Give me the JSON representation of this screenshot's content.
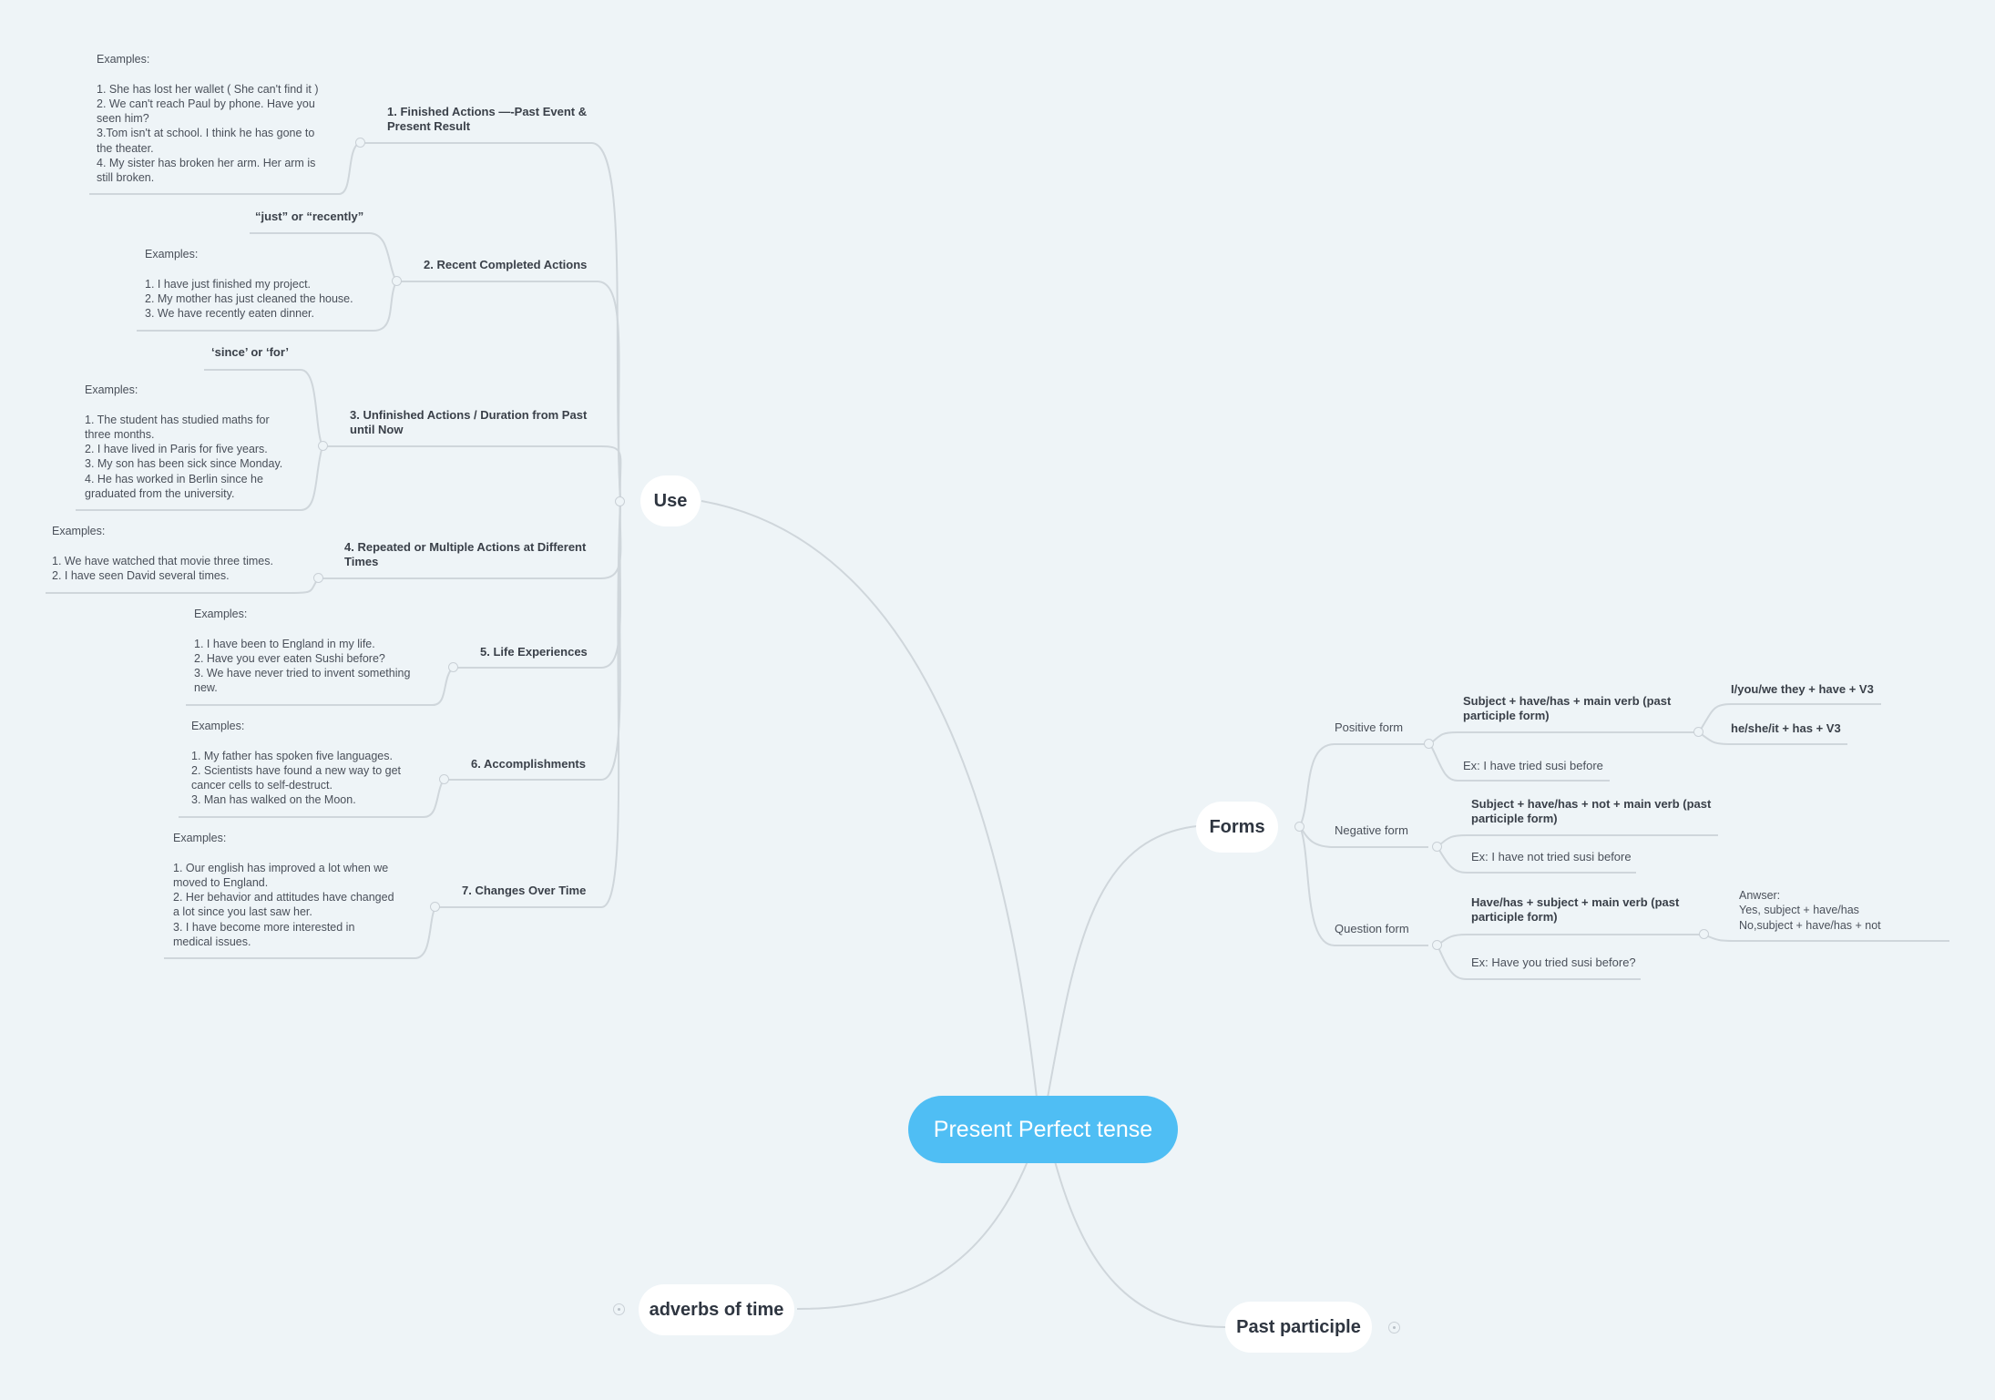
{
  "central": "Present Perfect tense",
  "branches": {
    "use": "Use",
    "forms": "Forms",
    "adverbs": "adverbs of time",
    "past_participle": "Past participle"
  },
  "use_items": {
    "u1": {
      "title": "1. Finished Actions —-Past Event & Present Result",
      "examples": "Examples:\n\n1. She has lost her wallet ( She can't find it )\n2. We can't reach Paul by phone. Have you\nseen him?\n3.Tom isn't at school. I think he has gone to\nthe theater.\n4. My sister has broken her arm. Her arm is\nstill broken."
    },
    "u2": {
      "title": "2. Recent Completed Actions",
      "keyword": "“just” or “recently”",
      "examples": "Examples:\n\n1. I have just finished my project.\n2. My mother has just cleaned the house.\n3. We have recently eaten dinner."
    },
    "u3": {
      "title": "3. Unfinished Actions / Duration from Past until Now",
      "keyword": "‘since’ or ‘for’",
      "examples": "Examples:\n\n1. The student has studied maths for\nthree months.\n2. I have lived in Paris for five years.\n3. My son has been sick since Monday.\n4. He has worked in Berlin since he\ngraduated from the university."
    },
    "u4": {
      "title": "4. Repeated or Multiple Actions at Different Times",
      "examples": "Examples:\n\n1. We have watched that movie three times.\n2. I have seen David several times."
    },
    "u5": {
      "title": "5. Life Experiences",
      "examples": "Examples:\n\n1. I have been to England in my life.\n2. Have you ever eaten Sushi before?\n3. We have never tried to invent something\nnew."
    },
    "u6": {
      "title": "6. Accomplishments",
      "examples": "Examples:\n\n1. My father has spoken five languages.\n2. Scientists have found a new way to get\ncancer cells to self-destruct.\n3. Man has walked on the Moon."
    },
    "u7": {
      "title": "7. Changes Over Time",
      "examples": "Examples:\n\n1. Our english has improved a lot when we\nmoved to England.\n2. Her behavior and attitudes have changed\na lot since you last saw her.\n3. I have become more interested in\nmedical issues."
    }
  },
  "forms": {
    "positive": {
      "label": "Positive form",
      "structure": "Subject + have/has + main verb (past participle form)",
      "example": "Ex: I have tried susi before",
      "sub1": "I/you/we they + have + V3",
      "sub2": "he/she/it + has + V3"
    },
    "negative": {
      "label": "Negative form",
      "structure": "Subject + have/has + not + main verb (past participle form)",
      "example": "Ex: I have not tried susi before"
    },
    "question": {
      "label": "Question form",
      "structure": "Have/has + subject + main verb (past participle form)",
      "example": "Ex: Have you tried susi before?",
      "answer": "Anwser:\nYes, subject + have/has\nNo,subject + have/has + not"
    }
  }
}
